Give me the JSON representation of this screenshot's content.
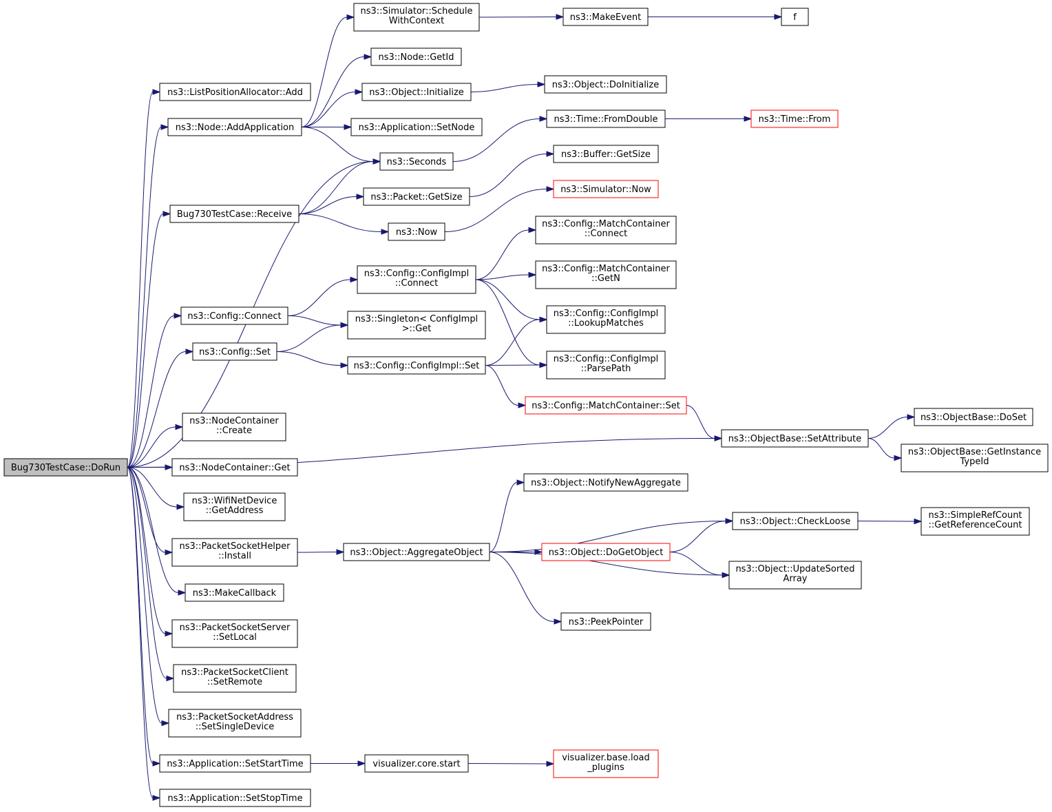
{
  "colors": {
    "edge": "#191970",
    "border_normal": "#000000",
    "border_truncated": "#ff0000",
    "root_fill": "#bfbfbf",
    "node_fill": "#ffffff"
  },
  "root": "dorun",
  "nodes": [
    {
      "id": "dorun",
      "lines": [
        "Bug730TestCase::DoRun"
      ]
    },
    {
      "id": "lpa_add",
      "lines": [
        "ns3::ListPositionAllocator::Add"
      ]
    },
    {
      "id": "addapp",
      "lines": [
        "ns3::Node::AddApplication"
      ]
    },
    {
      "id": "receive",
      "lines": [
        "Bug730TestCase::Receive"
      ]
    },
    {
      "id": "cfg_connect",
      "lines": [
        "ns3::Config::Connect"
      ]
    },
    {
      "id": "cfg_set",
      "lines": [
        "ns3::Config::Set"
      ]
    },
    {
      "id": "nc_create",
      "lines": [
        "ns3::NodeContainer",
        "::Create"
      ]
    },
    {
      "id": "nc_get",
      "lines": [
        "ns3::NodeContainer::Get"
      ]
    },
    {
      "id": "wifi_getaddr",
      "lines": [
        "ns3::WifiNetDevice",
        "::GetAddress"
      ]
    },
    {
      "id": "psh_install",
      "lines": [
        "ns3::PacketSocketHelper",
        "::Install"
      ]
    },
    {
      "id": "makecallback",
      "lines": [
        "ns3::MakeCallback"
      ]
    },
    {
      "id": "pss_setlocal",
      "lines": [
        "ns3::PacketSocketServer",
        "::SetLocal"
      ]
    },
    {
      "id": "psc_setremote",
      "lines": [
        "ns3::PacketSocketClient",
        "::SetRemote"
      ]
    },
    {
      "id": "psa_single",
      "lines": [
        "ns3::PacketSocketAddress",
        "::SetSingleDevice"
      ]
    },
    {
      "id": "app_start",
      "lines": [
        "ns3::Application::SetStartTime"
      ]
    },
    {
      "id": "app_stop",
      "lines": [
        "ns3::Application::SetStopTime"
      ]
    },
    {
      "id": "sim_schedctx",
      "lines": [
        "ns3::Simulator::Schedule",
        "WithContext"
      ]
    },
    {
      "id": "node_getid",
      "lines": [
        "ns3::Node::GetId"
      ]
    },
    {
      "id": "obj_init",
      "lines": [
        "ns3::Object::Initialize"
      ]
    },
    {
      "id": "app_setnode",
      "lines": [
        "ns3::Application::SetNode"
      ]
    },
    {
      "id": "seconds",
      "lines": [
        "ns3::Seconds"
      ]
    },
    {
      "id": "pkt_getsize",
      "lines": [
        "ns3::Packet::GetSize"
      ]
    },
    {
      "id": "now",
      "lines": [
        "ns3::Now"
      ]
    },
    {
      "id": "cfgimpl_connect",
      "lines": [
        "ns3::Config::ConfigImpl",
        "::Connect"
      ]
    },
    {
      "id": "singleton_get",
      "lines": [
        "ns3::Singleton< ConfigImpl",
        ">::Get"
      ]
    },
    {
      "id": "cfgimpl_set",
      "lines": [
        "ns3::Config::ConfigImpl::Set"
      ]
    },
    {
      "id": "aggregate",
      "lines": [
        "ns3::Object::AggregateObject"
      ]
    },
    {
      "id": "vis_start",
      "lines": [
        "visualizer.core.start"
      ]
    },
    {
      "id": "makeevent",
      "lines": [
        "ns3::MakeEvent"
      ]
    },
    {
      "id": "f",
      "lines": [
        "f"
      ]
    },
    {
      "id": "obj_doinit",
      "lines": [
        "ns3::Object::DoInitialize"
      ]
    },
    {
      "id": "time_fromdouble",
      "lines": [
        "ns3::Time::FromDouble"
      ]
    },
    {
      "id": "time_from",
      "lines": [
        "ns3::Time::From"
      ],
      "truncated": true
    },
    {
      "id": "buf_getsize",
      "lines": [
        "ns3::Buffer::GetSize"
      ]
    },
    {
      "id": "sim_now",
      "lines": [
        "ns3::Simulator::Now"
      ],
      "truncated": true
    },
    {
      "id": "mc_connect",
      "lines": [
        "ns3::Config::MatchContainer",
        "::Connect"
      ]
    },
    {
      "id": "mc_getn",
      "lines": [
        "ns3::Config::MatchContainer",
        "::GetN"
      ]
    },
    {
      "id": "lookup",
      "lines": [
        "ns3::Config::ConfigImpl",
        "::LookupMatches"
      ]
    },
    {
      "id": "parsepath",
      "lines": [
        "ns3::Config::ConfigImpl",
        "::ParsePath"
      ]
    },
    {
      "id": "mc_set",
      "lines": [
        "ns3::Config::MatchContainer::Set"
      ],
      "truncated": true
    },
    {
      "id": "ob_setattr",
      "lines": [
        "ns3::ObjectBase::SetAttribute"
      ]
    },
    {
      "id": "ob_doset",
      "lines": [
        "ns3::ObjectBase::DoSet"
      ]
    },
    {
      "id": "ob_getinst",
      "lines": [
        "ns3::ObjectBase::GetInstance",
        "TypeId"
      ]
    },
    {
      "id": "notify",
      "lines": [
        "ns3::Object::NotifyNewAggregate"
      ]
    },
    {
      "id": "checkloose",
      "lines": [
        "ns3::Object::CheckLoose"
      ]
    },
    {
      "id": "dogetobject",
      "lines": [
        "ns3::Object::DoGetObject"
      ],
      "truncated": true
    },
    {
      "id": "updatesorted",
      "lines": [
        "ns3::Object::UpdateSorted",
        "Array"
      ]
    },
    {
      "id": "peekpointer",
      "lines": [
        "ns3::PeekPointer"
      ]
    },
    {
      "id": "srcount",
      "lines": [
        "ns3::SimpleRefCount",
        "::GetReferenceCount"
      ]
    },
    {
      "id": "vis_load",
      "lines": [
        "visualizer.base.load",
        "_plugins"
      ],
      "truncated": true
    }
  ],
  "edges": [
    [
      "dorun",
      "lpa_add"
    ],
    [
      "dorun",
      "addapp"
    ],
    [
      "dorun",
      "seconds"
    ],
    [
      "dorun",
      "receive"
    ],
    [
      "dorun",
      "cfg_connect"
    ],
    [
      "dorun",
      "cfg_set"
    ],
    [
      "dorun",
      "ob_setattr"
    ],
    [
      "dorun",
      "nc_create"
    ],
    [
      "dorun",
      "nc_get"
    ],
    [
      "dorun",
      "wifi_getaddr"
    ],
    [
      "dorun",
      "psh_install"
    ],
    [
      "dorun",
      "makecallback"
    ],
    [
      "dorun",
      "pss_setlocal"
    ],
    [
      "dorun",
      "psc_setremote"
    ],
    [
      "dorun",
      "psa_single"
    ],
    [
      "dorun",
      "app_start"
    ],
    [
      "dorun",
      "app_stop"
    ],
    [
      "addapp",
      "sim_schedctx"
    ],
    [
      "addapp",
      "node_getid"
    ],
    [
      "addapp",
      "obj_init"
    ],
    [
      "addapp",
      "app_setnode"
    ],
    [
      "addapp",
      "seconds"
    ],
    [
      "receive",
      "seconds"
    ],
    [
      "receive",
      "pkt_getsize"
    ],
    [
      "receive",
      "now"
    ],
    [
      "cfg_connect",
      "cfgimpl_connect"
    ],
    [
      "cfg_connect",
      "singleton_get"
    ],
    [
      "cfg_set",
      "singleton_get"
    ],
    [
      "cfg_set",
      "cfgimpl_set"
    ],
    [
      "psh_install",
      "aggregate"
    ],
    [
      "app_start",
      "vis_start"
    ],
    [
      "sim_schedctx",
      "makeevent"
    ],
    [
      "makeevent",
      "f"
    ],
    [
      "obj_init",
      "obj_doinit"
    ],
    [
      "seconds",
      "time_fromdouble"
    ],
    [
      "time_fromdouble",
      "time_from"
    ],
    [
      "pkt_getsize",
      "buf_getsize"
    ],
    [
      "now",
      "sim_now"
    ],
    [
      "cfgimpl_connect",
      "mc_connect"
    ],
    [
      "cfgimpl_connect",
      "mc_getn"
    ],
    [
      "cfgimpl_connect",
      "lookup"
    ],
    [
      "cfgimpl_connect",
      "parsepath"
    ],
    [
      "cfgimpl_set",
      "lookup"
    ],
    [
      "cfgimpl_set",
      "parsepath"
    ],
    [
      "cfgimpl_set",
      "mc_set"
    ],
    [
      "mc_set",
      "ob_setattr"
    ],
    [
      "ob_setattr",
      "ob_doset"
    ],
    [
      "ob_setattr",
      "ob_getinst"
    ],
    [
      "aggregate",
      "notify"
    ],
    [
      "aggregate",
      "checkloose"
    ],
    [
      "aggregate",
      "dogetobject"
    ],
    [
      "aggregate",
      "updatesorted"
    ],
    [
      "aggregate",
      "peekpointer"
    ],
    [
      "dogetobject",
      "checkloose"
    ],
    [
      "dogetobject",
      "updatesorted"
    ],
    [
      "checkloose",
      "srcount"
    ],
    [
      "vis_start",
      "vis_load"
    ]
  ]
}
